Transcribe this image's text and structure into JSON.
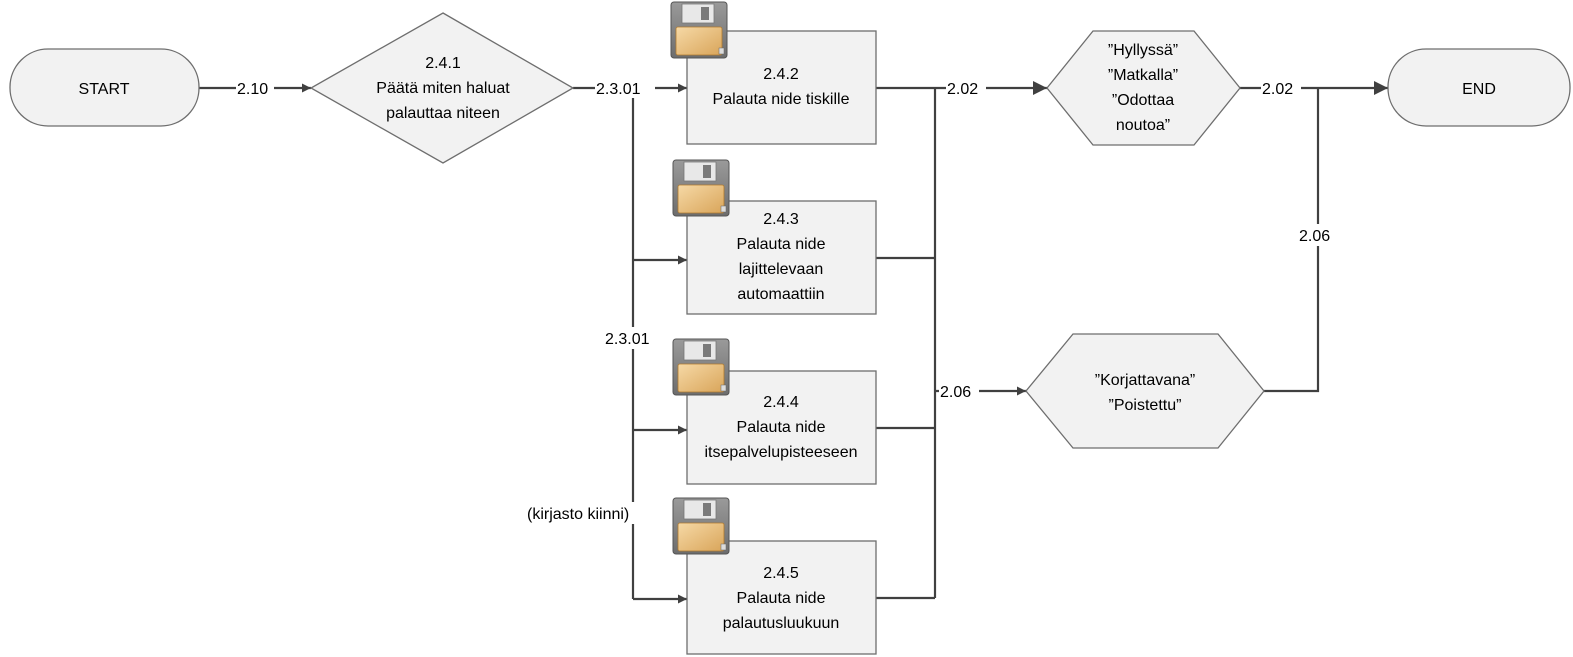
{
  "start": {
    "label": "START"
  },
  "end": {
    "label": "END"
  },
  "decision": {
    "lines": [
      "2.4.1",
      "Päätä miten haluat",
      "palauttaa niteen"
    ]
  },
  "processes": [
    {
      "lines": [
        "2.4.2",
        "Palauta nide tiskille"
      ]
    },
    {
      "lines": [
        "2.4.3",
        "Palauta nide",
        "lajittelevaan",
        "automaattiin"
      ]
    },
    {
      "lines": [
        "2.4.4",
        "Palauta nide",
        "itsepalvelupisteeseen"
      ]
    },
    {
      "lines": [
        "2.4.5",
        "Palauta nide",
        "palautusluukuun"
      ]
    }
  ],
  "states": [
    {
      "lines": [
        "”Hyllyssä”",
        "”Matkalla”",
        "”Odottaa",
        "noutoa”"
      ]
    },
    {
      "lines": [
        "”Korjattavana”",
        "”Poistettu”"
      ]
    }
  ],
  "edge_labels": {
    "start_to_decision": "2.10",
    "decision_out_top": "2.3.01",
    "decision_out_mid": "2.3.01",
    "library_closed": "(kirjasto kiinni)",
    "merge_to_state1": "2.02",
    "state1_to_end": "2.02",
    "merge_to_state2": "2.06",
    "state2_to_end": "2.06"
  },
  "icon": "floppy-disk-icon"
}
